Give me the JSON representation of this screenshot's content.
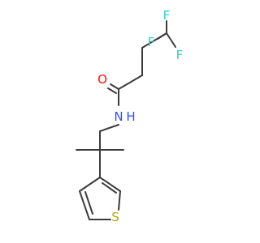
{
  "molecule": {
    "atoms": {
      "F1": {
        "symbol": "F",
        "color": "#33cccc"
      },
      "F2": {
        "symbol": "F",
        "color": "#33cccc"
      },
      "F3": {
        "symbol": "F",
        "color": "#33cccc"
      },
      "O": {
        "symbol": "O",
        "color": "#ff0d0d"
      },
      "N": {
        "symbol": "N",
        "color": "#3050f8"
      },
      "H": {
        "symbol": "H",
        "color": "#3050f8"
      },
      "S": {
        "symbol": "S",
        "color": "#b3a800"
      }
    },
    "bond_color": "#3b3b3b"
  }
}
